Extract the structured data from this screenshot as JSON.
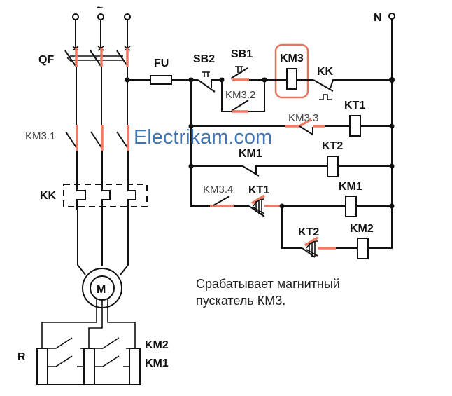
{
  "diagram": {
    "power": {
      "ac_symbol": "~",
      "neutral_label": "N",
      "breaker_label": "QF",
      "fuse_label": "FU",
      "main_contact_label": "KM3.1",
      "thermal_relay_label": "KK",
      "motor_label": "M",
      "resistor_label": "R",
      "resistor_contacts": [
        "KM2",
        "KM1"
      ]
    },
    "control": {
      "stop_button": "SB2",
      "start_button": "SB1",
      "selfhold_contact": "KM3.2",
      "highlighted_coil": "KM3",
      "thermal_contact": "KK",
      "row2_contact": "KM3.3",
      "row2_coil": "KT1",
      "row3_contact": "KM1",
      "row3_coil": "KT2",
      "row4_contact": "KM3.4",
      "row4_timer_contact": "KT1",
      "row4_coil": "KM1",
      "row5_timer_contact": "KT2",
      "row5_coil": "KM2"
    },
    "watermark": "Electrikam.com",
    "caption": {
      "line1": "Срабатывает магнитный",
      "line2": "пускатель КМ3."
    },
    "colors": {
      "highlight": "#f07a62",
      "watermark": "#3f74b0",
      "wire": "#111111"
    }
  }
}
